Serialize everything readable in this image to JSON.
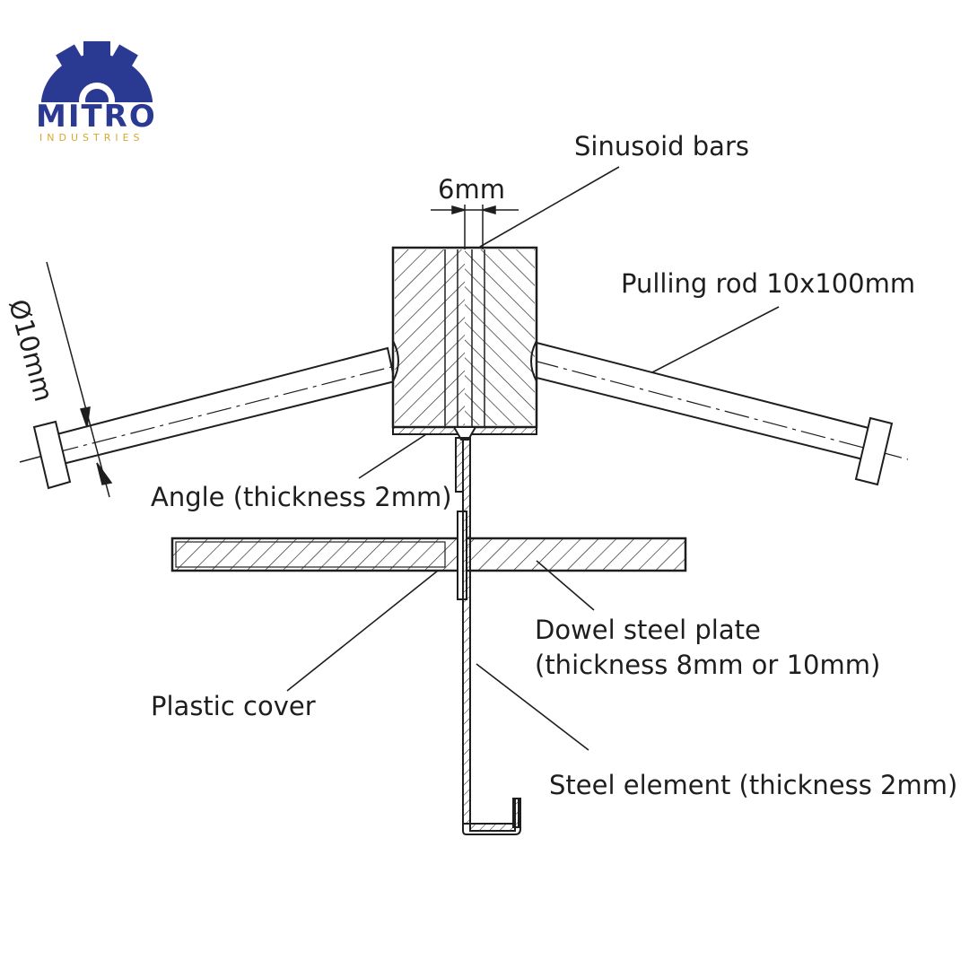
{
  "logo": {
    "name": "MITRO",
    "subtitle": "INDUSTRIES",
    "colors": {
      "primary": "#2a3a93",
      "accent": "#d8a92a"
    }
  },
  "labels": {
    "sinusoid_bars": "Sinusoid bars",
    "width_6mm": "6mm",
    "pulling_rod": "Pulling rod 10x100mm",
    "diameter": "Ø10mm",
    "angle": "Angle (thickness 2mm)",
    "dowel_plate_line1": "Dowel steel plate",
    "dowel_plate_line2": "(thickness 8mm or 10mm)",
    "plastic_cover": "Plastic cover",
    "steel_element": "Steel element (thickness 2mm)"
  },
  "colors": {
    "line": "#1e1e1e",
    "background": "#ffffff"
  }
}
